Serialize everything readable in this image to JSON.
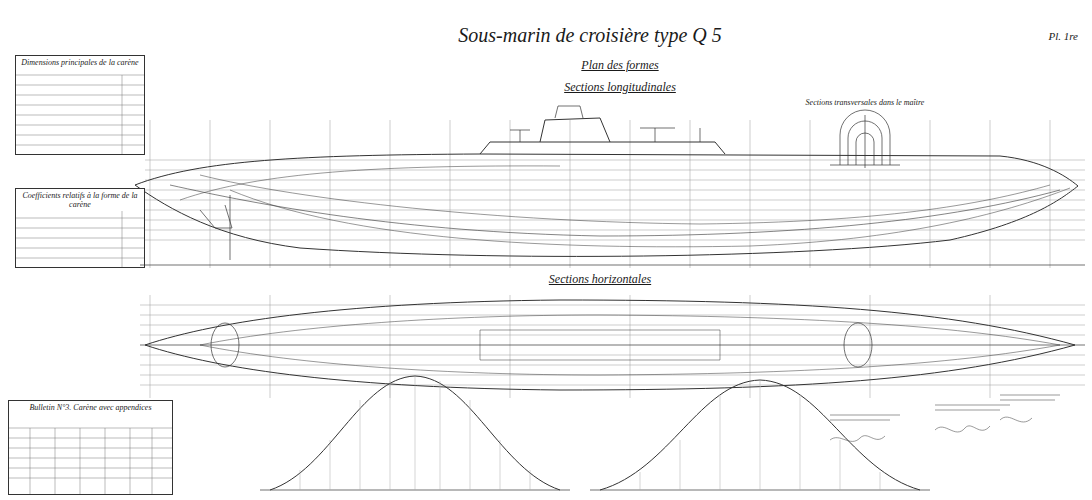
{
  "diagram": {
    "title": "Sous-marin de croisière type Q 5",
    "nodes": [
      {
        "text": [
          "Dimensions principales de la carène"
        ]
      },
      {
        "text": [
          "Coefficients relatifs à la forme de la carène"
        ]
      },
      {
        "text": [
          "Bulletin N°3. Carène avec appendices"
        ]
      }
    ],
    "labels": [
      "Pl. 1re",
      "Plan des formes",
      "Sections longitudinales",
      "Sections transversales dans le maître",
      "Sections horizontales"
    ]
  }
}
